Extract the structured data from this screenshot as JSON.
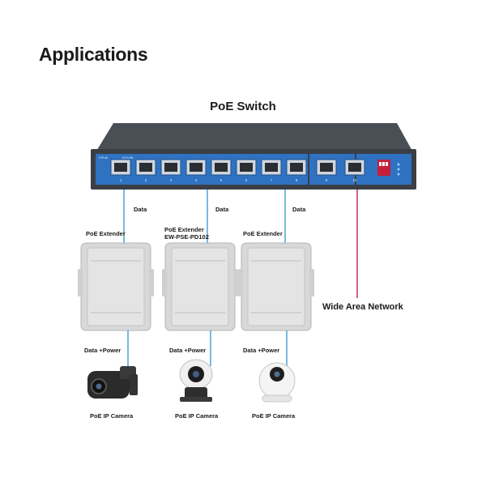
{
  "heading": "Applications",
  "switch": {
    "title": "PoE Switch",
    "indicator_labels": [
      "P/PoE",
      "1G/10M"
    ],
    "port_numbers": [
      "1",
      "2",
      "3",
      "4",
      "5",
      "6",
      "7",
      "8",
      "9",
      "10"
    ],
    "colors": {
      "face": "#2f72c2",
      "body": "#3b3f45",
      "top": "#4a4f56"
    }
  },
  "links": {
    "data_label": "Data",
    "data_power_label": "Data +Power",
    "wan_label": "Wide Area Network",
    "line_color": "#4aa3d8",
    "wan_line_color": "#c0286a"
  },
  "extenders": [
    {
      "label": "PoE Extender",
      "model": ""
    },
    {
      "label": "PoE Extender",
      "model": "EW-PSE-PD102"
    },
    {
      "label": "PoE Extender",
      "model": ""
    }
  ],
  "cameras": [
    {
      "label": "PoE IP Camera",
      "icon": "bullet-camera-icon"
    },
    {
      "label": "PoE IP Camera",
      "icon": "ptz-camera-icon"
    },
    {
      "label": "PoE IP Camera",
      "icon": "dome-camera-icon"
    }
  ]
}
